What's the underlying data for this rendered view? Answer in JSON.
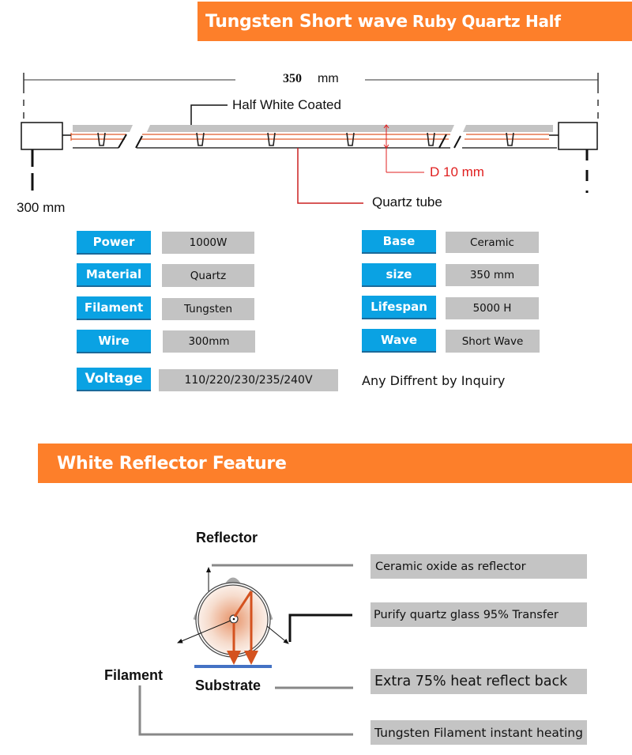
{
  "header": {
    "title_main": "Tungsten Short wave",
    "title_sub": "Ruby Quartz Half"
  },
  "drawing": {
    "length_value": "350",
    "length_unit": "mm",
    "coating_label": "Half White Coated",
    "diameter_label": "D 10 mm",
    "tube_label": "Quartz tube",
    "wire_label": "300 mm"
  },
  "specs": {
    "left": [
      {
        "label": "Power",
        "value": "1000W"
      },
      {
        "label": "Material",
        "value": "Quartz"
      },
      {
        "label": "Filament",
        "value": "Tungsten"
      },
      {
        "label": "Wire",
        "value": "300mm"
      }
    ],
    "right": [
      {
        "label": "Base",
        "value": "Ceramic"
      },
      {
        "label": "size",
        "value": "350 mm"
      },
      {
        "label": "Lifespan",
        "value": "5000 H"
      },
      {
        "label": "Wave",
        "value": "Short Wave"
      }
    ],
    "voltage": {
      "label": "Voltage",
      "value": "110/220/230/235/240V"
    },
    "note": "Any Diffrent by Inquiry"
  },
  "feature": {
    "title": "White Reflector Feature",
    "diagram_labels": {
      "reflector": "Reflector",
      "filament": "Filament",
      "substrate": "Substrate"
    },
    "callouts": [
      "Ceramic oxide as reflector",
      "Purify quartz glass 95% Transfer",
      "Extra 75% heat reflect back",
      "Tungsten Filament instant heating"
    ]
  },
  "colors": {
    "banner": "#fd7f2a",
    "label_blue": "#0aa2e3",
    "value_grey": "#c3c3c3",
    "filament_red": "#e05a2a",
    "annotation_red": "#e02020",
    "substrate_blue": "#4472c4"
  }
}
